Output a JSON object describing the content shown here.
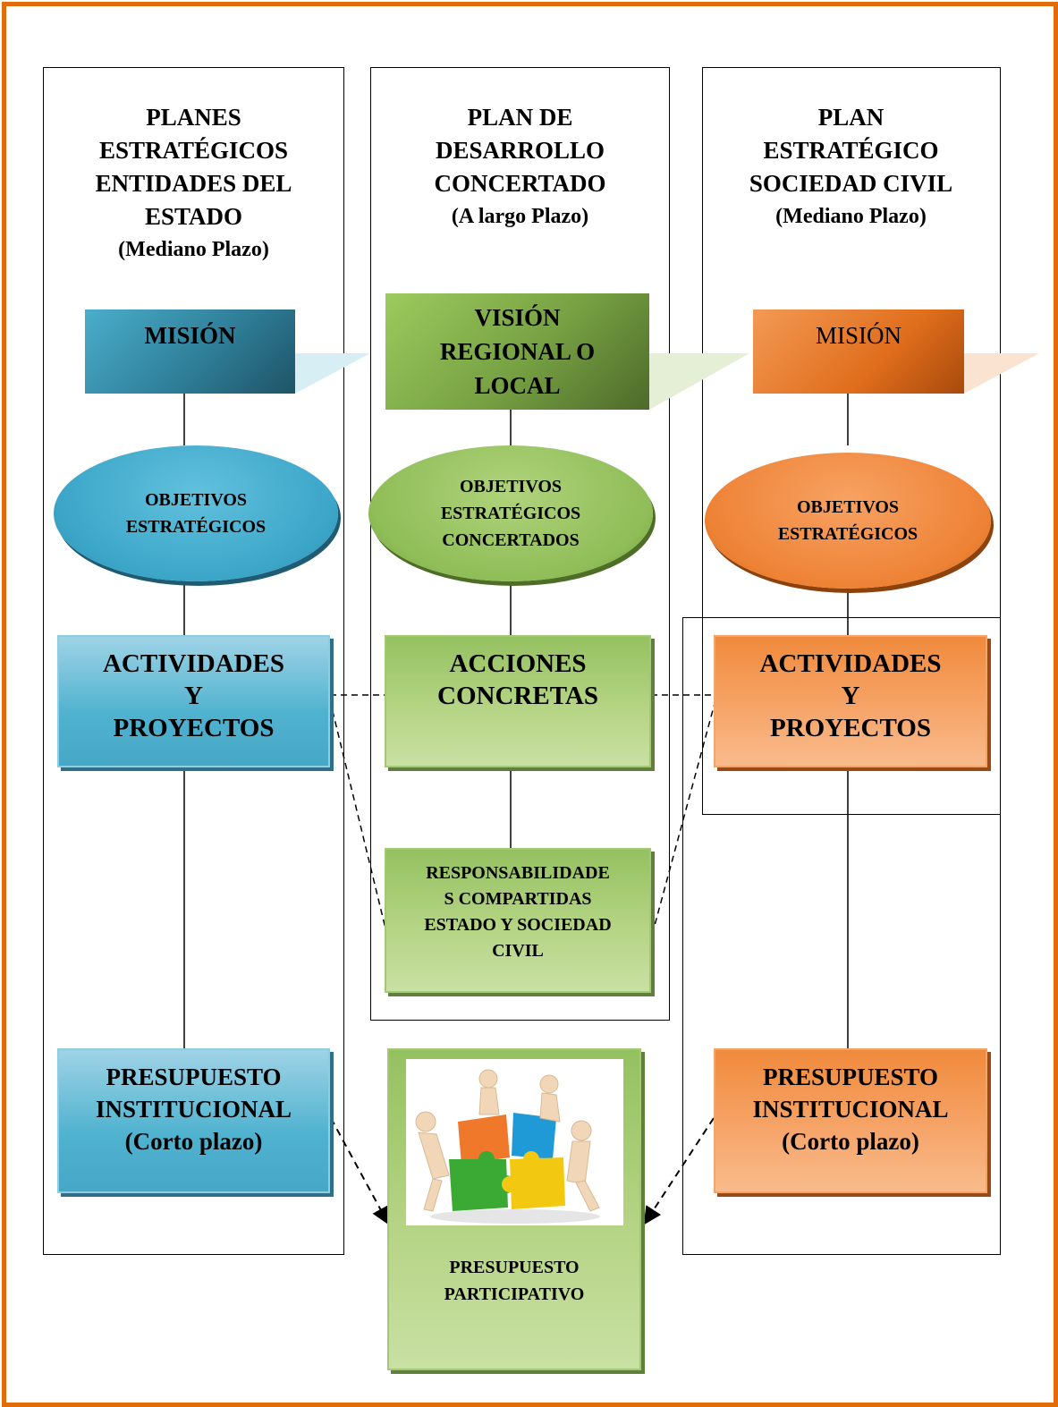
{
  "columns": {
    "left": {
      "title_lines": [
        "PLANES",
        "ESTRATÉGICOS",
        "ENTIDADES DEL",
        "ESTADO"
      ],
      "subtitle": "(Mediano Plazo)",
      "header_box": "MISIÓN",
      "objectives": [
        "OBJETIVOS",
        "ESTRATÉGICOS"
      ],
      "activities": [
        "ACTIVIDADES",
        "Y",
        "PROYECTOS"
      ],
      "budget": [
        "PRESUPUESTO",
        "INSTITUCIONAL",
        "(Corto plazo)"
      ]
    },
    "center": {
      "title_lines": [
        "PLAN DE",
        "DESARROLLO",
        "CONCERTADO"
      ],
      "subtitle": "(A largo Plazo)",
      "header_box": [
        "VISIÓN",
        "REGIONAL O",
        "LOCAL"
      ],
      "objectives": [
        "OBJETIVOS",
        "ESTRATÉGICOS",
        "CONCERTADOS"
      ],
      "actions": [
        "ACCIONES",
        "CONCRETAS"
      ],
      "shared": [
        "RESPONSABILIDADE",
        "S COMPARTIDAS",
        "ESTADO Y SOCIEDAD",
        "CIVIL"
      ]
    },
    "right": {
      "title_lines": [
        "PLAN",
        "ESTRATÉGICO",
        "SOCIEDAD CIVIL"
      ],
      "subtitle": "(Mediano Plazo)",
      "header_box": "MISIÓN",
      "objectives": [
        "OBJETIVOS",
        "ESTRATÉGICOS"
      ],
      "activities": [
        "ACTIVIDADES",
        "Y",
        "PROYECTOS"
      ],
      "budget": [
        "PRESUPUESTO",
        "INSTITUCIONAL",
        "(Corto plazo)"
      ]
    }
  },
  "participatory": {
    "image": "puzzle-teamwork-illustration",
    "label": [
      "PRESUPUESTO",
      "PARTICIPATIVO"
    ]
  },
  "colors": {
    "frame": "#e36c0a",
    "blue": "#4bacc6",
    "green": "#9bbb59",
    "orange": "#f79646"
  }
}
